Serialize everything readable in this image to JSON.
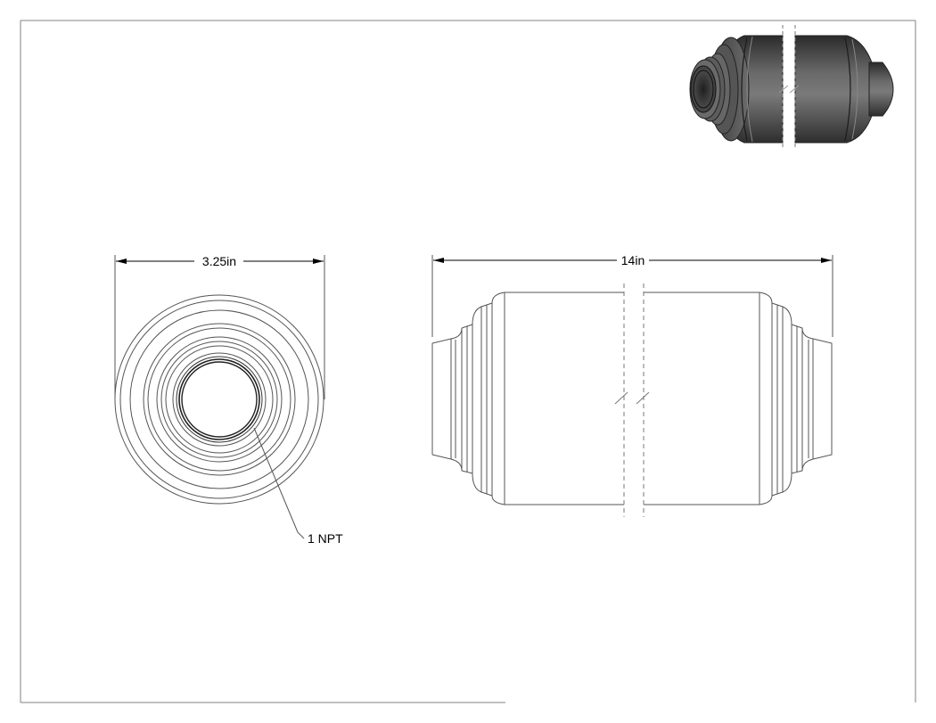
{
  "dimensions": {
    "diameter": "3.25in",
    "length": "14in"
  },
  "callouts": {
    "port": "1 NPT"
  },
  "colors": {
    "line": "#555555",
    "frame": "#808080",
    "iso_dark": "#3a3a3a",
    "iso_mid": "#5a5a5a",
    "iso_light": "#8a8a8a"
  }
}
